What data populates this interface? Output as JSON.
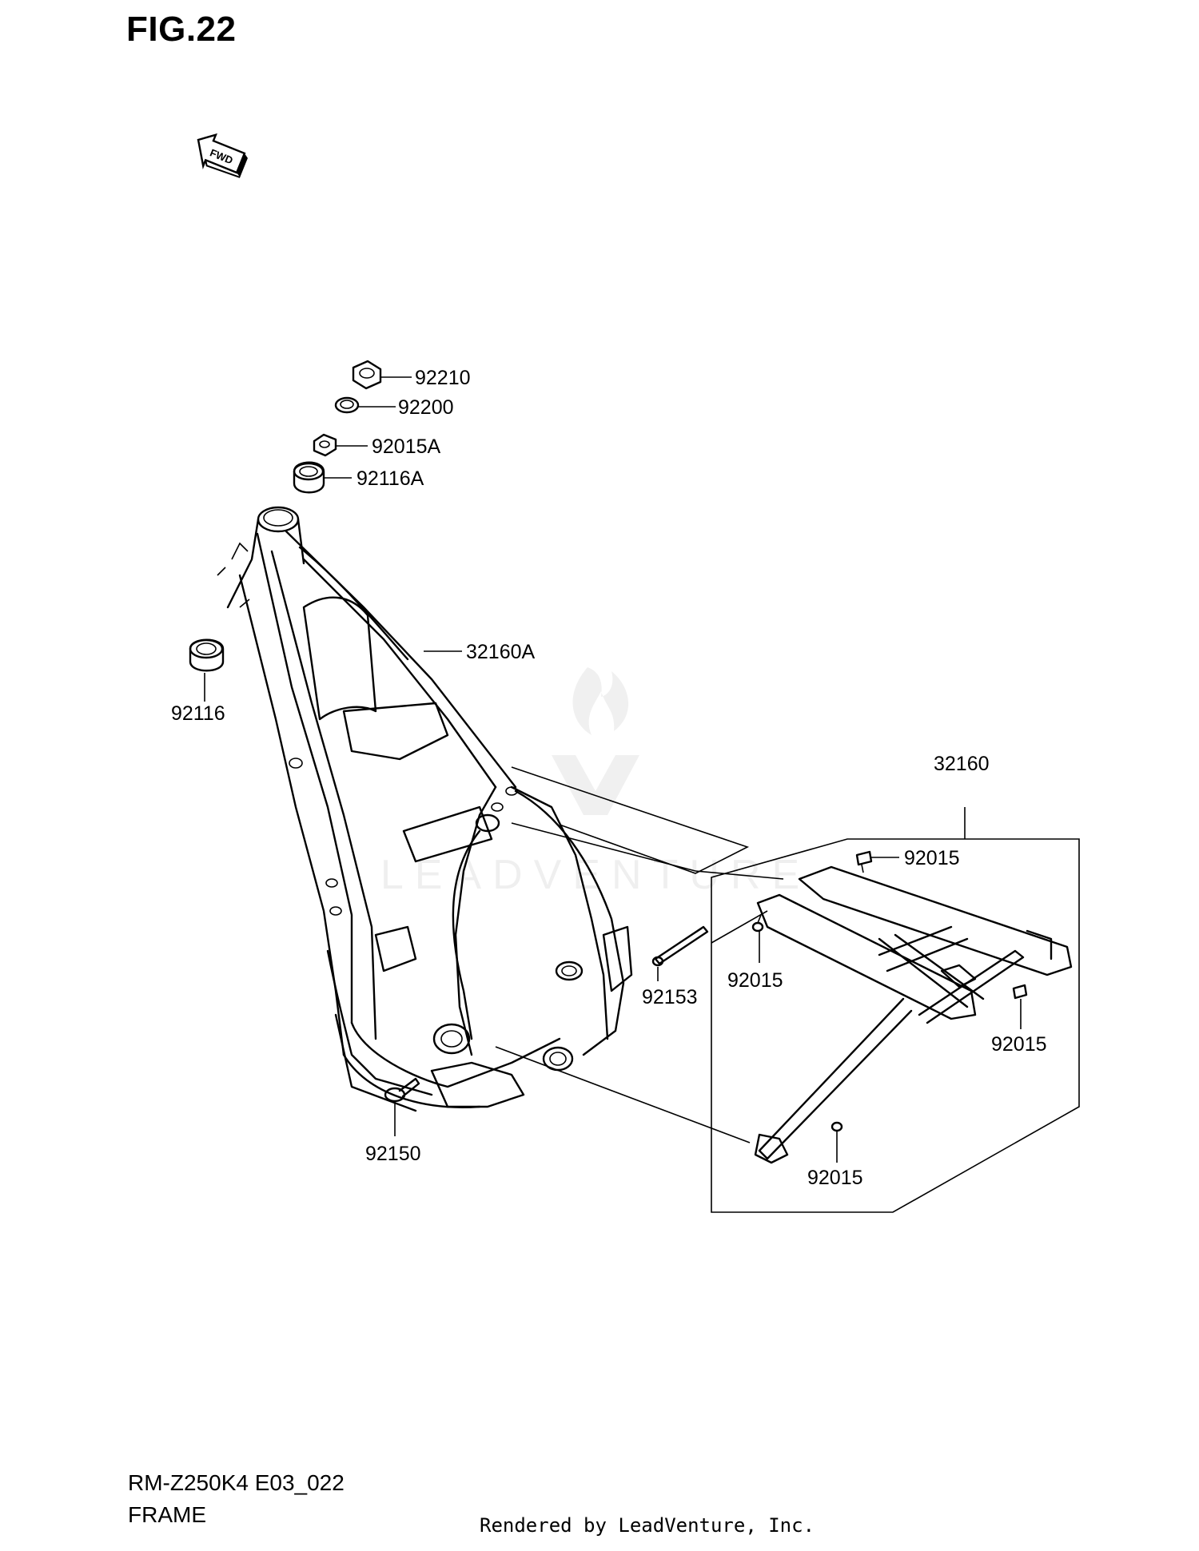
{
  "figure": {
    "title": "FIG.22"
  },
  "fwd_badge": {
    "label": "FWD",
    "icon": "fwd-arrow-icon"
  },
  "callouts": {
    "nut_92210": "92210",
    "washer_92200": "92200",
    "nut_92015A": "92015A",
    "bearing_92116A": "92116A",
    "frame_32160A": "32160A",
    "bearing_92116": "92116",
    "rear_frame_32160": "32160",
    "bolt_92015_top": "92015",
    "bolt_92015_left": "92015",
    "bolt_92015_right": "92015",
    "bolt_92015_bottom": "92015",
    "bolt_92153": "92153",
    "bolt_92150": "92150"
  },
  "watermark": {
    "text": "LEADVENTURE",
    "icon": "flame-logo-icon"
  },
  "footer": {
    "model_code": "RM-Z250K4 E03_022",
    "section_name": "FRAME",
    "credit": "Rendered by LeadVenture, Inc."
  }
}
